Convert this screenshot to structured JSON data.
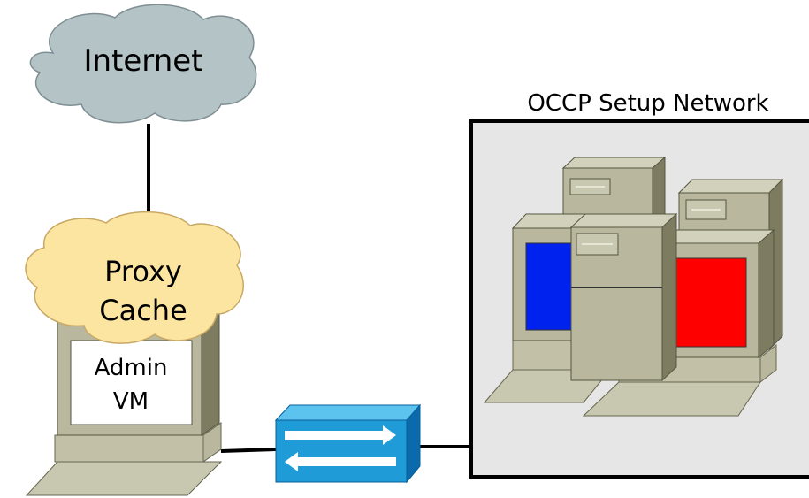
{
  "nodes": {
    "internet": {
      "label": "Internet",
      "fill": "#b3c3c6"
    },
    "proxy": {
      "label_line1": "Proxy",
      "label_line2": "Cache",
      "fill": "#fce5a0"
    },
    "admin_vm": {
      "label_line1": "Admin",
      "label_line2": "VM"
    },
    "switch": {
      "fill": "#1f9bd7"
    },
    "occp_network": {
      "label": "OCCP Setup Network",
      "fill": "#e6e6e6"
    }
  },
  "colors": {
    "computer_body": "#b9b89e",
    "computer_dark": "#7e7c60",
    "screen_blue": "#0022ee",
    "screen_red": "#ff0000",
    "link": "#000000"
  }
}
